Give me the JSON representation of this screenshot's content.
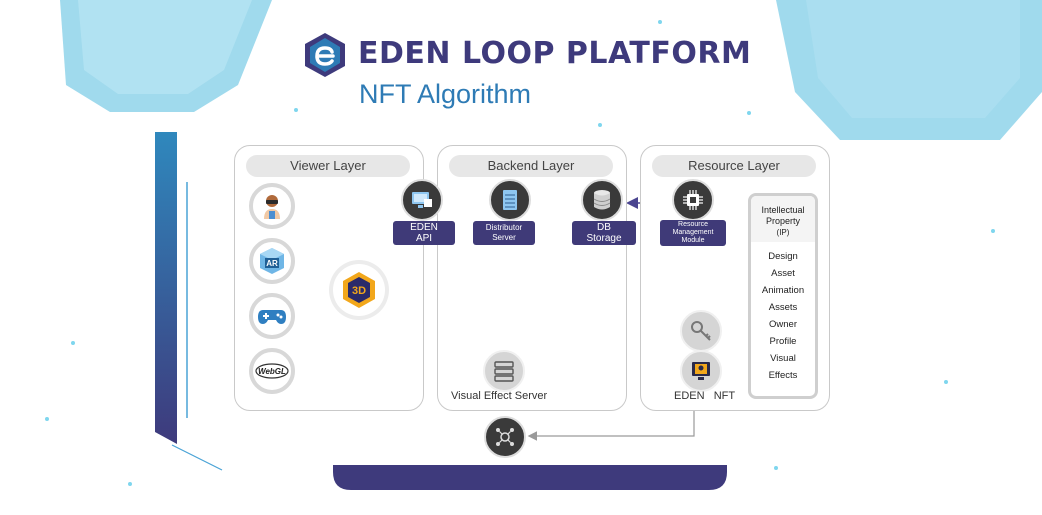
{
  "header": {
    "brand": "EDEN LOOP PLATFORM",
    "subtitle": "NFT Algorithm",
    "brand_color": "#3e3a7c",
    "accent_color": "#2e7bb5"
  },
  "layers": {
    "viewer": {
      "title": "Viewer Layer"
    },
    "backend": {
      "title": "Backend Layer"
    },
    "resource": {
      "title": "Resource Layer"
    }
  },
  "viewer_clients": [
    {
      "icon": "vr-headset-user-icon",
      "label": ""
    },
    {
      "icon": "ar-cube-icon",
      "label": "AR"
    },
    {
      "icon": "gamepad-icon",
      "label": ""
    },
    {
      "icon": "webgl-logo-icon",
      "label": "WebGL"
    }
  ],
  "renderer": {
    "icon": "3d-badge-icon",
    "label": "3D"
  },
  "nodes": {
    "eden_api": {
      "line1": "EDEN",
      "line2": "API"
    },
    "distributor": {
      "line1": "Distributor",
      "line2": "Server"
    },
    "db": {
      "line1": "DB",
      "line2": "Storage"
    },
    "resource_mgmt": {
      "line1": "Resource",
      "line2": "Management",
      "line3": "Module"
    },
    "visual_effect": {
      "label": "Visual Effect Server"
    },
    "eden_nft": {
      "label": "EDEN   NFT"
    }
  },
  "ip_box": {
    "title_line1": "Intellectual",
    "title_line2": "Property",
    "title_line3": "(IP)",
    "items": [
      "Design",
      "Asset",
      "Animation",
      "Assets",
      "Owner",
      "Profile",
      "Visual",
      "Effects"
    ]
  },
  "colors": {
    "hexagon": "#8fd3ea",
    "arrow_purple": "#4a4590",
    "arrow_blue": "#2f9ad3",
    "arrow_gray": "#9a9a9a",
    "node_dark": "#3a3a3a",
    "label_bg": "#3f3a78"
  }
}
